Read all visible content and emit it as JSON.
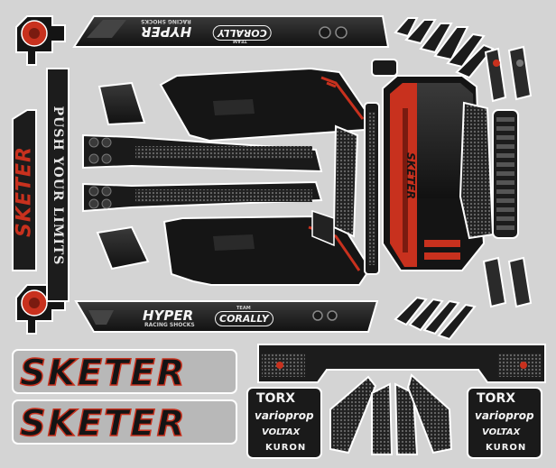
{
  "colors": {
    "sheet": "#d4d4d4",
    "black": "#141414",
    "dark": "#2b2b2b",
    "grey": "#5a5a5a",
    "red": "#c8311e",
    "white": "#f4f4f4",
    "outline": "#ffffff"
  },
  "texts": {
    "hyper": "HYPER",
    "racing_shocks": "RACING SHOCKS",
    "team": "TEAM",
    "corally": "CORALLY",
    "motto": "PUSH YOUR LIMITS",
    "sketer_vertical": "SKETER",
    "sketer_large": "SKETER",
    "sketer_large_2": "SKETER",
    "torox": "TORX",
    "torox_2": "TORX",
    "varioprop": "varioprop",
    "varioprop_2": "varioprop",
    "voltax": "VOLTAX",
    "voltax_2": "VOLTAX",
    "kuron": "KURON",
    "kuron_2": "KURON"
  },
  "icons": {
    "corner_tab": "wing-tab-icon",
    "screw": "screw-head-icon",
    "mesh": "mesh-grille-icon"
  }
}
